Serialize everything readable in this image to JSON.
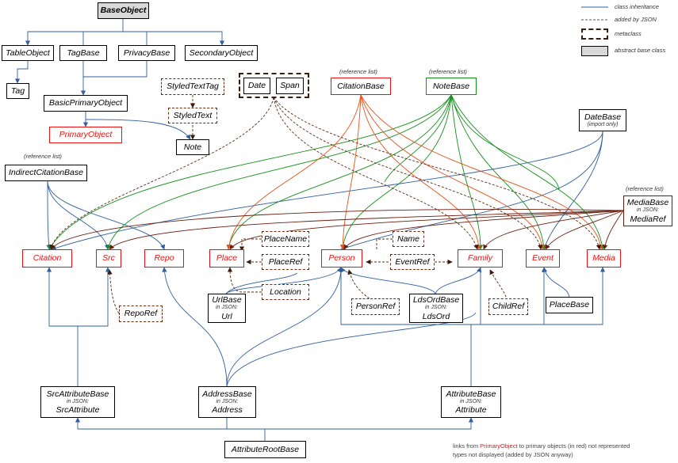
{
  "nodes": {
    "base_object": "BaseObject",
    "table_object": "TableObject",
    "tag_base": "TagBase",
    "privacy_base": "PrivacyBase",
    "secondary_object": "SecondaryObject",
    "tag": "Tag",
    "basic_primary_object": "BasicPrimaryObject",
    "primary_object": "PrimaryObject",
    "styled_text_tag": "StyledTextTag",
    "styled_text": "StyledText",
    "note": "Note",
    "date": "Date",
    "span": "Span",
    "citation_base": "CitationBase",
    "note_base": "NoteBase",
    "date_base": "DateBase",
    "date_base_sub": "(import only)",
    "indirect_citation_base": "IndirectCitationBase",
    "media_base": "MediaBase",
    "media_base_in": "in JSON:",
    "media_ref": "MediaRef",
    "citation": "Citation",
    "src": "Src",
    "repo": "Repo",
    "place": "Place",
    "person": "Person",
    "family": "Family",
    "event": "Event",
    "media": "Media",
    "place_name": "PlaceName",
    "place_ref": "PlaceRef",
    "location": "Location",
    "name": "Name",
    "event_ref": "EventRef",
    "url_base": "UrlBase",
    "url_in": "in JSON:",
    "url": "Url",
    "person_ref": "PersonRef",
    "lds_ord_base": "LdsOrdBase",
    "lds_in": "in JSON:",
    "lds_ord": "LdsOrd",
    "child_ref": "ChildRef",
    "place_base": "PlaceBase",
    "repo_ref": "RepoRef",
    "src_attribute_base": "SrcAttributeBase",
    "src_attr_in": "in JSON:",
    "src_attribute": "SrcAttribute",
    "address_base": "AddressBase",
    "address_in": "in JSON:",
    "address": "Address",
    "attribute_base": "AttributeBase",
    "attr_in": "in JSON:",
    "attribute": "Attribute",
    "attribute_root_base": "AttributeRootBase"
  },
  "tags": {
    "ref_list_1": "(reference list)",
    "ref_list_2": "(reference list)",
    "ref_list_3": "(reference list)",
    "ref_list_4": "(reference list)"
  },
  "legend": {
    "inheritance": "class inheritance",
    "json": "added by JSON",
    "metaclass": "metaclass",
    "abstract": "abstract base class"
  },
  "notes": {
    "line1_pre": "links from ",
    "line1_hl": "PrimaryObject",
    "line1_post": " to primary objects (in red) not represented",
    "line2": "types not displayed (added by JSON anyway)"
  },
  "colors": {
    "inheritance": "#2e5f9e",
    "citation_links": "#e9501a",
    "note_links": "#15901d",
    "media_links": "#6b1e10",
    "json_links": "#5a2a12",
    "primary": "#e8110f"
  }
}
